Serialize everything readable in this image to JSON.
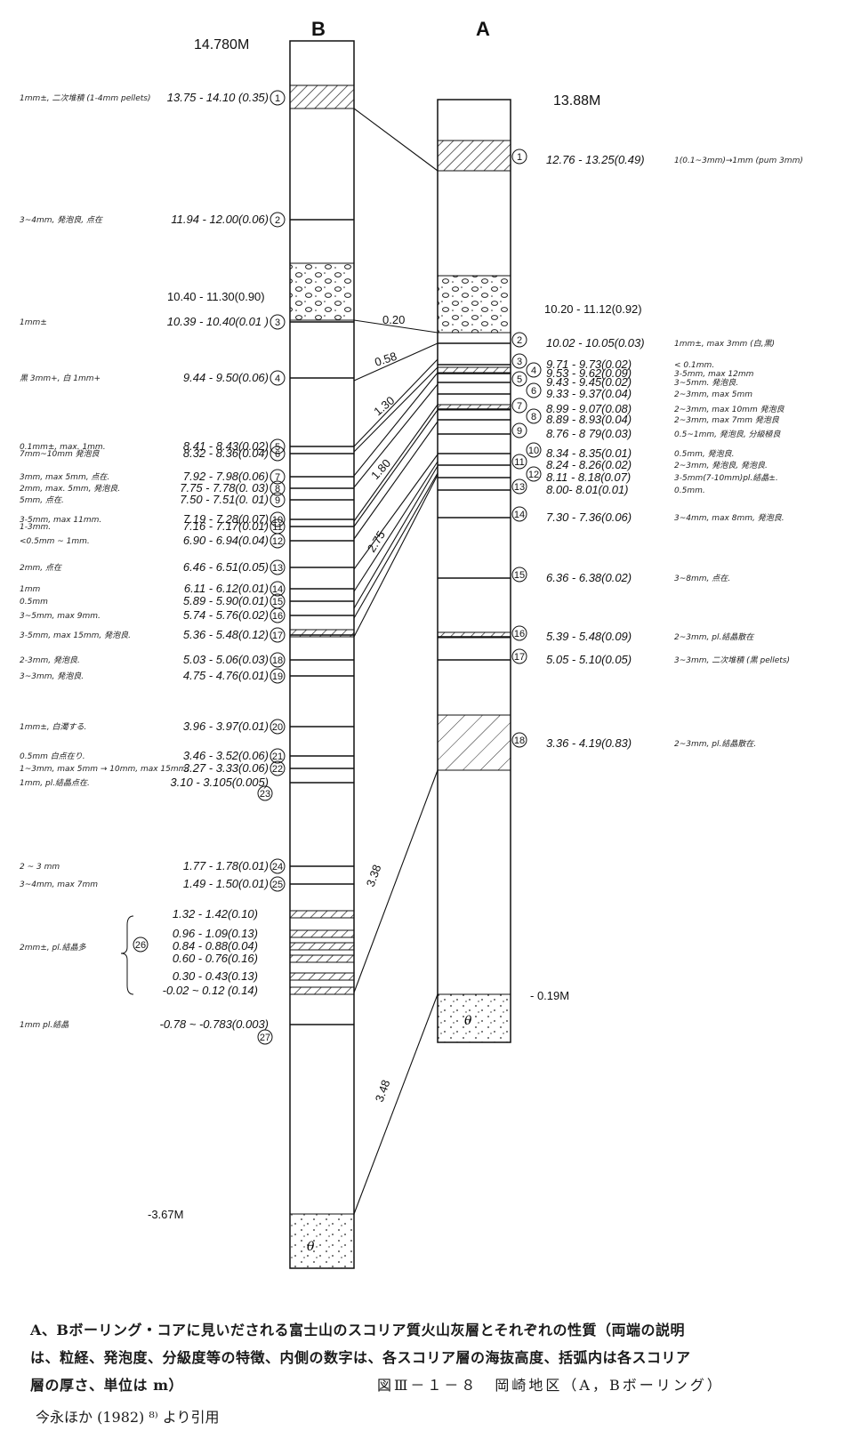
{
  "column_b": {
    "name": "B",
    "top_elevation": "14.780M",
    "bottom_elevation": "-3.67M",
    "thick_band_label": "10.40 - 11.30(0.90)",
    "layers": [
      {
        "n": "1",
        "value": "13.75 - 14.10 (0.35)",
        "note": "1mm±, 二次堆積 (1-4mm pellets)"
      },
      {
        "n": "2",
        "value": "11.94 - 12.00(0.06)",
        "note": "3~4mm, 発泡良, 点在"
      },
      {
        "n": "3",
        "value": "10.39 - 10.40(0.01 )",
        "note": "1mm±"
      },
      {
        "n": "4",
        "value": "9.44 - 9.50(0.06)",
        "note": "黒 3mm+, 白 1mm+"
      },
      {
        "n": "5",
        "value": "8.41 - 8.43(0.02)",
        "note": "0.1mm±, max. 1mm."
      },
      {
        "n": "6",
        "value": "8.32 - 8.36(0.04)",
        "note": "7mm~10mm 発泡良"
      },
      {
        "n": "7",
        "value": "7.92 - 7.98(0.06)",
        "note": "3mm, max 5mm, 点在."
      },
      {
        "n": "8",
        "value": "7.75 - 7.78(0. 03)",
        "note": "2mm, max. 5mm, 発泡良."
      },
      {
        "n": "9",
        "value": "7.50 - 7.51(0. 01)",
        "note": "5mm, 点在."
      },
      {
        "n": "10",
        "value": "7.19 - 7.28(0.07)",
        "note": "3-5mm, max 11mm."
      },
      {
        "n": "11",
        "value": "7.16 - 7.17(0.01)",
        "note": "1-3mm."
      },
      {
        "n": "12",
        "value": "6.90 - 6.94(0.04)",
        "note": "<0.5mm ~ 1mm."
      },
      {
        "n": "13",
        "value": "6.46 - 6.51(0.05)",
        "note": "2mm, 点在"
      },
      {
        "n": "14",
        "value": "6.11 - 6.12(0.01)",
        "note": "1mm"
      },
      {
        "n": "15",
        "value": "5.89 - 5.90(0.01)",
        "note": "0.5mm"
      },
      {
        "n": "16",
        "value": "5.74 - 5.76(0.02)",
        "note": "3~5mm, max 9mm."
      },
      {
        "n": "17",
        "value": "5.36 - 5.48(0.12)",
        "note": "3-5mm, max 15mm, 発泡良."
      },
      {
        "n": "18",
        "value": "5.03 - 5.06(0.03)",
        "note": "2-3mm, 発泡良."
      },
      {
        "n": "19",
        "value": "4.75 - 4.76(0.01)",
        "note": "3~3mm, 発泡良."
      },
      {
        "n": "20",
        "value": "3.96 - 3.97(0.01)",
        "note": "1mm±, 白濁する."
      },
      {
        "n": "21",
        "value": "3.46 - 3.52(0.06)",
        "note": "0.5mm 白点在り."
      },
      {
        "n": "22",
        "value": "3.27 - 3.33(0.06)",
        "note": "1~3mm, max 5mm → 10mm, max 15mm."
      },
      {
        "n": "23",
        "value": "3.10 - 3.105(0.005)",
        "note": "1mm, pl.結晶点在."
      },
      {
        "n": "24",
        "value": "1.77 - 1.78(0.01)",
        "note": "2 ~ 3 mm"
      },
      {
        "n": "25",
        "value": "1.49 - 1.50(0.01)",
        "note": "3~4mm, max 7mm"
      },
      {
        "n": "26",
        "value": "",
        "note": "2mm±, pl.結晶多"
      },
      {
        "n": "27",
        "value": "-0.78 ~ -0.783(0.003)",
        "note": "1mm pl.結晶"
      }
    ],
    "group_26_values": [
      "1.32 - 1.42(0.10)",
      "0.96 - 1.09(0.13)",
      "0.84 - 0.88(0.04)",
      "0.60 - 0.76(0.16)",
      "0.30 - 0.43(0.13)",
      "-0.02 ~ 0.12 (0.14)"
    ]
  },
  "column_a": {
    "name": "A",
    "top_elevation": "13.88M",
    "bottom_elevation": "- 0.19M",
    "thick_band_label": "10.20 - 11.12(0.92)",
    "layers": [
      {
        "n": "1",
        "value": "12.76 - 13.25(0.49)",
        "note": "1(0.1~3mm)→1mm (pum 3mm)"
      },
      {
        "n": "2",
        "value": "10.02 - 10.05(0.03)",
        "note": "1mm±, max 3mm (白,黒)"
      },
      {
        "n": "3",
        "value": "9.71 - 9.73(0.02)",
        "note": "< 0.1mm."
      },
      {
        "n": "4",
        "value": "9.53 - 9.62(0.09)",
        "note": "3-5mm, max 12mm"
      },
      {
        "n": "5",
        "value": "9.43 - 9.45(0.02)",
        "note": "3~5mm. 発泡良."
      },
      {
        "n": "6",
        "value": "9.33 - 9.37(0.04)",
        "note": "2~3mm, max 5mm"
      },
      {
        "n": "7",
        "value": "8.99 - 9.07(0.08)",
        "note": "2~3mm, max 10mm 発泡良"
      },
      {
        "n": "8",
        "value": "8.89 - 8.93(0.04)",
        "note": "2~3mm, max 7mm 発泡良"
      },
      {
        "n": "9",
        "value": "8.76 - 8 79(0.03)",
        "note": "0.5~1mm, 発泡良, 分級極良"
      },
      {
        "n": "10",
        "value": "8.34 - 8.35(0.01)",
        "note": "0.5mm, 発泡良."
      },
      {
        "n": "11",
        "value": "8.24 - 8.26(0.02)",
        "note": "2~3mm, 発泡良, 発泡良."
      },
      {
        "n": "12",
        "value": "8.11 - 8.18(0.07)",
        "note": "3-5mm(7-10mm)pl.結晶±."
      },
      {
        "n": "13",
        "value": "8.00- 8.01(0.01)",
        "note": "0.5mm."
      },
      {
        "n": "14",
        "value": "7.30 - 7.36(0.06)",
        "note": "3~4mm, max 8mm, 発泡良."
      },
      {
        "n": "15",
        "value": "6.36 - 6.38(0.02)",
        "note": "3~8mm, 点在."
      },
      {
        "n": "16",
        "value": "5.39 - 5.48(0.09)",
        "note": "2~3mm, pl.結晶散在"
      },
      {
        "n": "17",
        "value": "5.05 - 5.10(0.05)",
        "note": "3~3mm, 二次堆積 (黒 pellets)"
      },
      {
        "n": "18",
        "value": "3.36 - 4.19(0.83)",
        "note": "2~3mm, pl.結晶散在."
      }
    ]
  },
  "correlation_labels": [
    "0.20",
    "0.58",
    "1.30",
    "1.80",
    "2.75",
    "3.38",
    "3.48"
  ],
  "caption": {
    "line1": "A、Bボーリング・コアに見いだされる富士山のスコリア質火山灰層とそれぞれの性質（両端の説明",
    "line2": "は、粒経、発泡度、分級度等の特徴、内側の数字は、各スコリア層の海抜高度、括弧内は各スコリア",
    "line3": "層の厚さ、単位は m）",
    "figure_label": "図Ⅲ－１－８　岡崎地区（A，Bボーリング）",
    "source": "今永ほか (1982) ⁸⁾ より引用"
  }
}
